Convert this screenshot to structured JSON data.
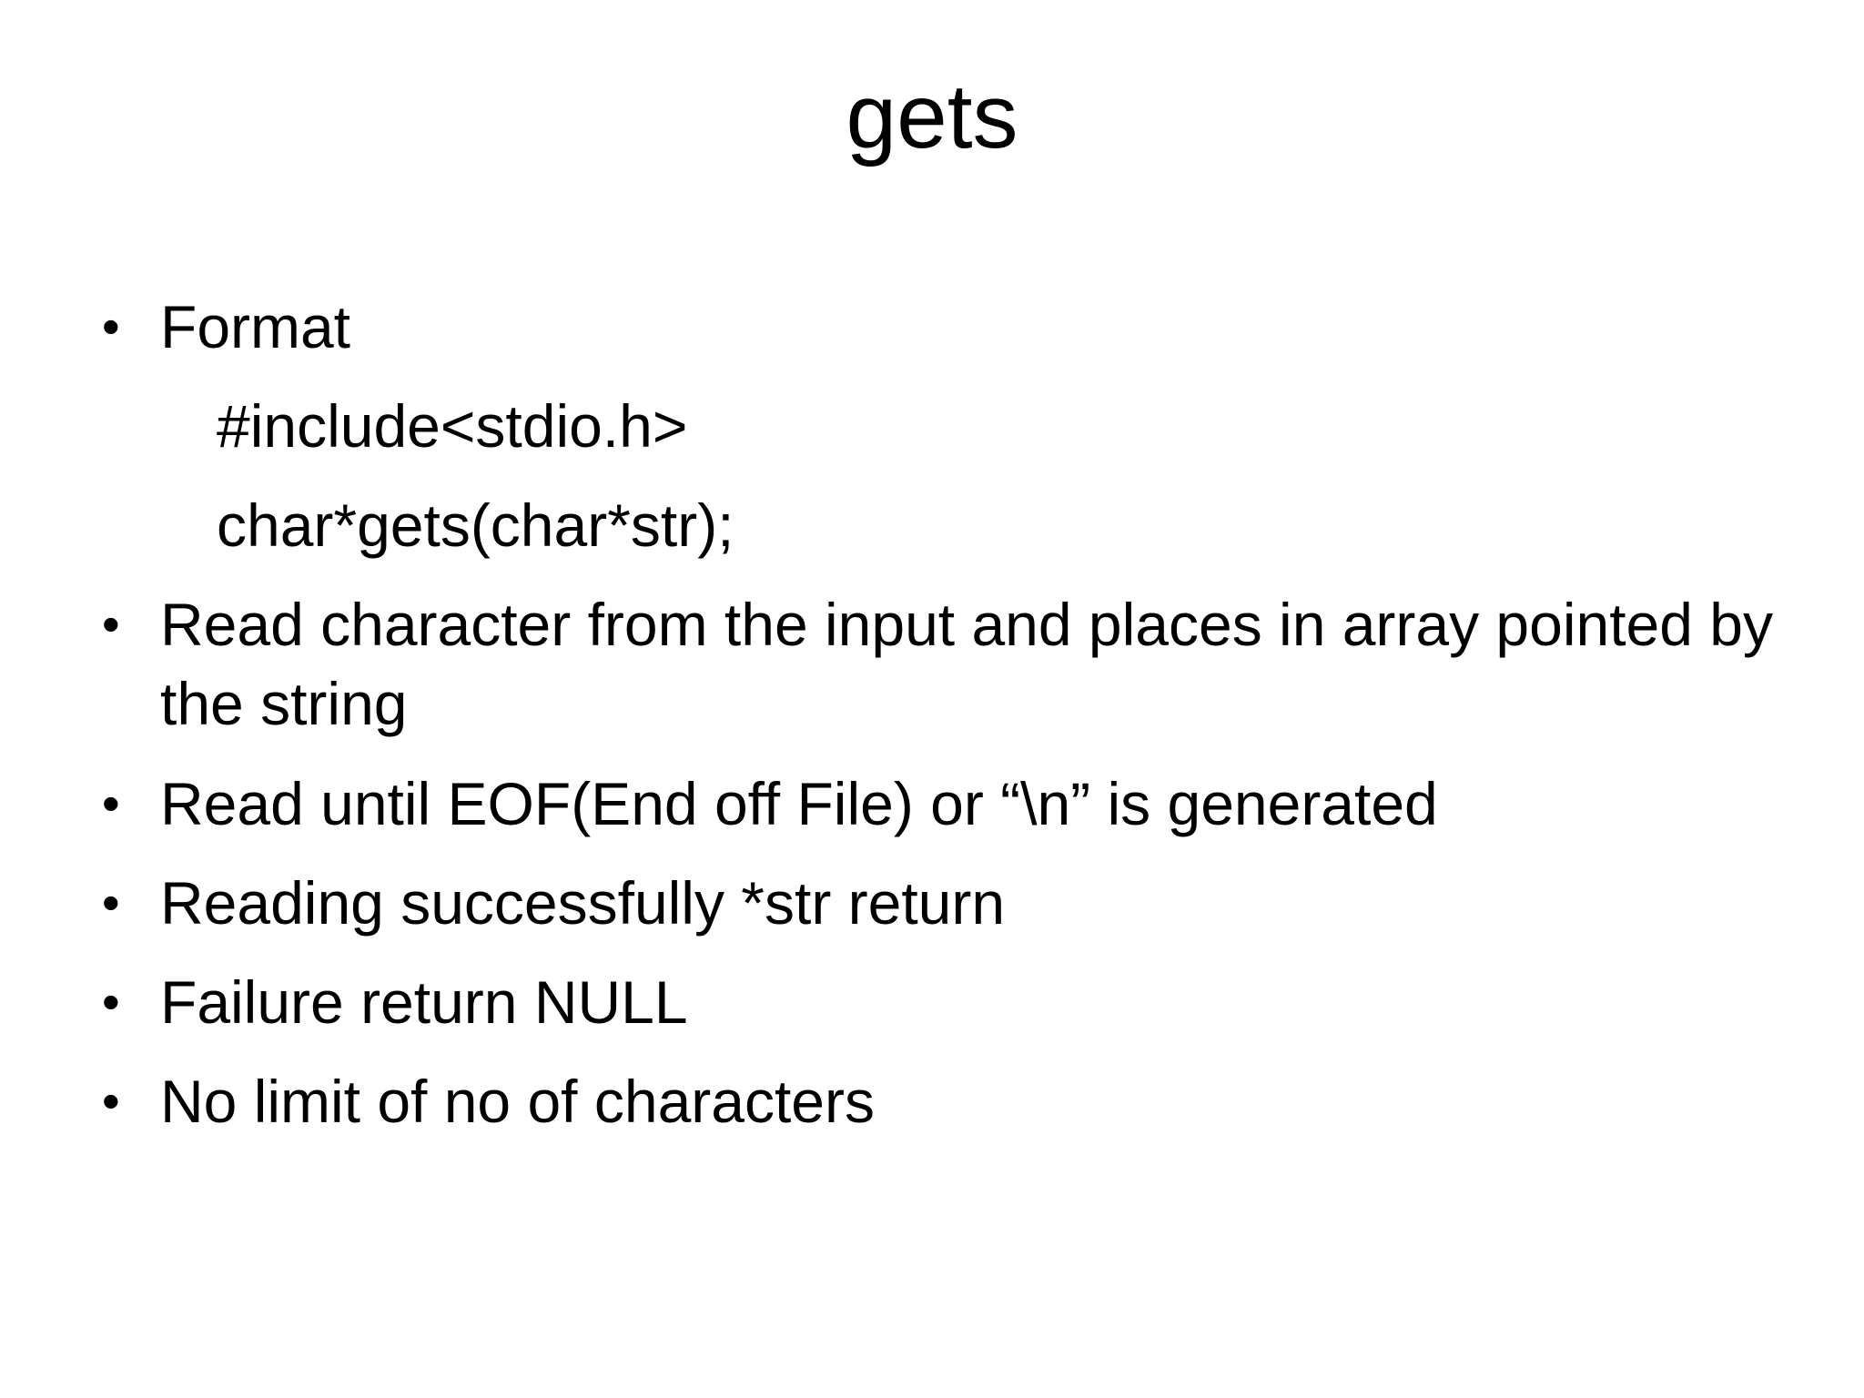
{
  "slide": {
    "title": "gets",
    "bullet_char": "•",
    "colors": {
      "background": "#ffffff",
      "text": "#000000"
    },
    "bullets": [
      {
        "text": "Format",
        "sublines": [
          "#include<stdio.h>",
          "char*gets(char*str);"
        ]
      },
      {
        "text": "Read character from the input and places in array pointed by the string"
      },
      {
        "text": "Read until EOF(End off File) or “\\n” is generated"
      },
      {
        "text": "Reading successfully *str return"
      },
      {
        "text": "Failure return NULL"
      },
      {
        "text": "No limit of no of characters"
      }
    ]
  }
}
